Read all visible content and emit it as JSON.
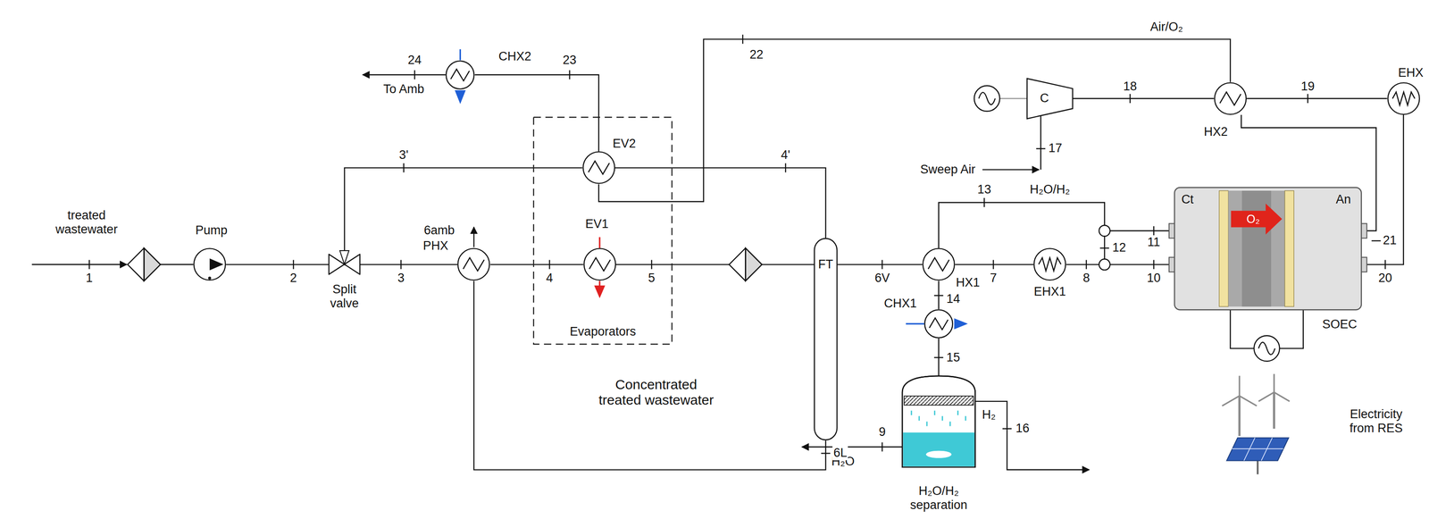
{
  "diagram": {
    "nodes": [
      {
        "text": [
          "Pump"
        ]
      },
      {
        "text": [
          "Split valve"
        ]
      },
      {
        "text": [
          "PHX"
        ]
      },
      {
        "text": [
          "Evaporators"
        ]
      },
      {
        "text": [
          "EV2"
        ],
        "in": 3
      },
      {
        "text": [
          "EV1"
        ],
        "in": 3
      },
      {
        "text": [
          "CHX2"
        ]
      },
      {
        "text": [
          "FT"
        ]
      },
      {
        "text": [
          "HX1"
        ]
      },
      {
        "text": [
          "CHX1"
        ]
      },
      {
        "text": [
          "H₂O/H₂ separation"
        ]
      },
      {
        "text": [
          "EHX1"
        ]
      },
      {
        "text": [
          "C"
        ]
      },
      {
        "text": [
          "HX2"
        ]
      },
      {
        "text": [
          "EHX"
        ]
      },
      {
        "text": [
          "Ct",
          "O₂",
          "An",
          "SOEC"
        ]
      }
    ],
    "edges": [
      {
        "from": 0,
        "to": 1,
        "arrow": "none",
        "label": "2"
      },
      {
        "from": 1,
        "to": 2,
        "arrow": "none",
        "label": "3"
      },
      {
        "from": 1,
        "to": 4,
        "arrow": "none",
        "label": "3'"
      },
      {
        "from": 2,
        "to": 5,
        "arrow": "none",
        "label": "4"
      },
      {
        "from": 5,
        "to": 7,
        "arrow": "none",
        "label": "5"
      },
      {
        "from": 4,
        "to": 7,
        "arrow": "none",
        "label": "4'"
      },
      {
        "from": 7,
        "to": 8,
        "arrow": "none",
        "label": "6V"
      },
      {
        "from": 7,
        "to": 2,
        "arrow": "none",
        "label": "6L"
      },
      {
        "from": 8,
        "to": 11,
        "arrow": "none",
        "label": "7"
      },
      {
        "from": 11,
        "to": 15,
        "arrow": "none",
        "label": "8"
      },
      {
        "from": 15,
        "to": 8,
        "arrow": "none",
        "label": "13"
      },
      {
        "from": 8,
        "to": 9,
        "arrow": "none",
        "label": "14"
      },
      {
        "from": 9,
        "to": 10,
        "arrow": "none",
        "label": "15"
      },
      {
        "from": 12,
        "to": 13,
        "arrow": "none",
        "label": "18"
      },
      {
        "from": 13,
        "to": 14,
        "arrow": "none",
        "label": "19"
      },
      {
        "from": 14,
        "to": 15,
        "arrow": "none",
        "label": "20"
      },
      {
        "from": 15,
        "to": 13,
        "arrow": "none",
        "label": "21"
      },
      {
        "from": 13,
        "to": 4,
        "arrow": "none",
        "label": "22"
      },
      {
        "from": 4,
        "to": 6,
        "arrow": "none",
        "label": "23"
      }
    ],
    "labels": [
      "treated wastewater",
      "1",
      "6amb",
      "24",
      "To Amb",
      "Concentrated treated wastewater",
      "Air/O₂",
      "17",
      "Sweep Air",
      "H₂O/H₂",
      "12",
      "11",
      "10",
      "9",
      "H₂O",
      "H₂",
      "16",
      "Electricity from RES"
    ]
  }
}
